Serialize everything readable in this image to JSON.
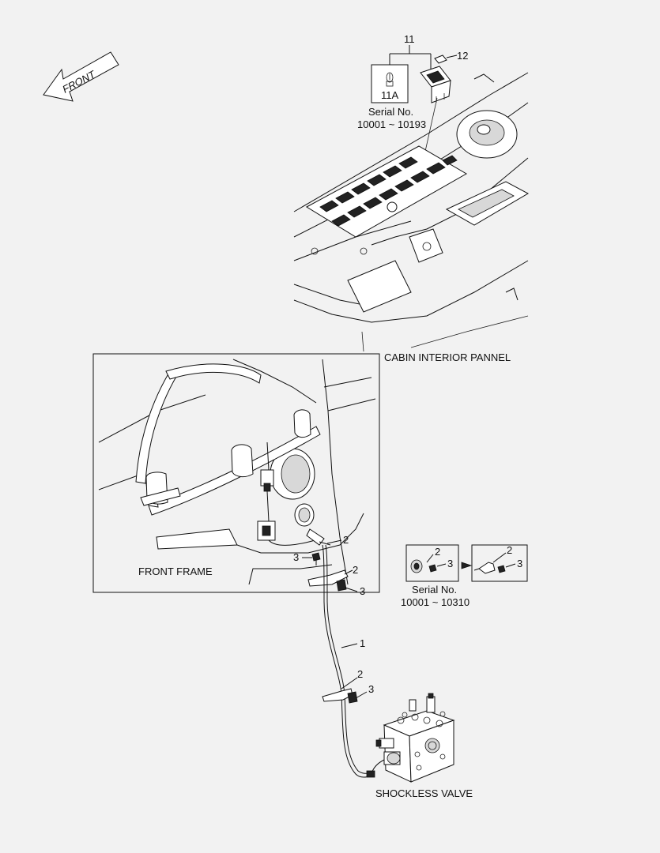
{
  "front_arrow": {
    "label": "FRONT"
  },
  "callouts": {
    "c11": "11",
    "c11a": "11A",
    "c12": "12",
    "c1": "1",
    "c2a": "2",
    "c3a": "3",
    "c2b": "2",
    "c3b": "3",
    "c2c": "2",
    "c3c": "3",
    "c2d": "2",
    "c3d": "3",
    "c2e": "2",
    "c3e": "3"
  },
  "serial_top": {
    "label": "Serial No.",
    "range": "10001 ~ 10193"
  },
  "serial_right": {
    "label": "Serial No.",
    "range": "10001 ~ 10310"
  },
  "labels": {
    "cabin": "CABIN INTERIOR PANNEL",
    "front_frame": "FRONT FRAME",
    "shockless": "SHOCKLESS VALVE"
  }
}
